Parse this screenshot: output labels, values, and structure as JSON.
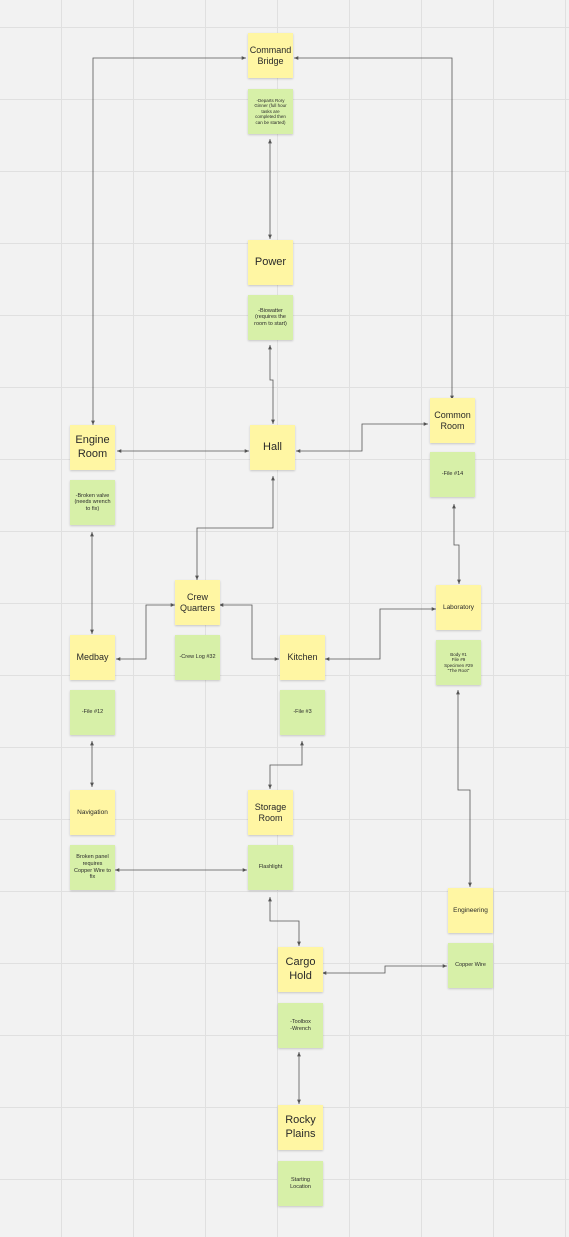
{
  "rooms": {
    "command_bridge": "Command\nBridge",
    "power": "Power",
    "engine_room": "Engine\nRoom",
    "hall": "Hall",
    "common_room": "Common\nRoom",
    "crew_quarters": "Crew\nQuarters",
    "medbay": "Medbay",
    "kitchen": "Kitchen",
    "laboratory": "Laboratory",
    "navigation": "Navigation",
    "storage_room": "Storage\nRoom",
    "engineering": "Engineering",
    "cargo_hold": "Cargo\nHold",
    "rocky_plains": "Rocky\nPlains"
  },
  "items": {
    "command_bridge": "-Departs Rory Ginner (full hour tasks are completed then can be started)",
    "power": "-Biowatter (requires the room to start)",
    "engine_room": "-Broken valve (needs wrench to fix)",
    "common_room": "-File #14",
    "crew_quarters": "-Crew Log #32",
    "medbay": "-File #12",
    "kitchen": "-File #3",
    "laboratory": "Body #1\nFile #9\nSpecimen #29\n\"The Root\"",
    "navigation": "Broken panel requires Copper Wire to fix",
    "storage_room": "Flashlight",
    "engineering": "Copper Wire",
    "cargo_hold": "-Toolbox\n-Wrench",
    "rocky_plains": "Starting Location"
  },
  "colors": {
    "room_note": "#fff6a3",
    "item_note": "#d7f0a8",
    "connector": "#555555"
  }
}
